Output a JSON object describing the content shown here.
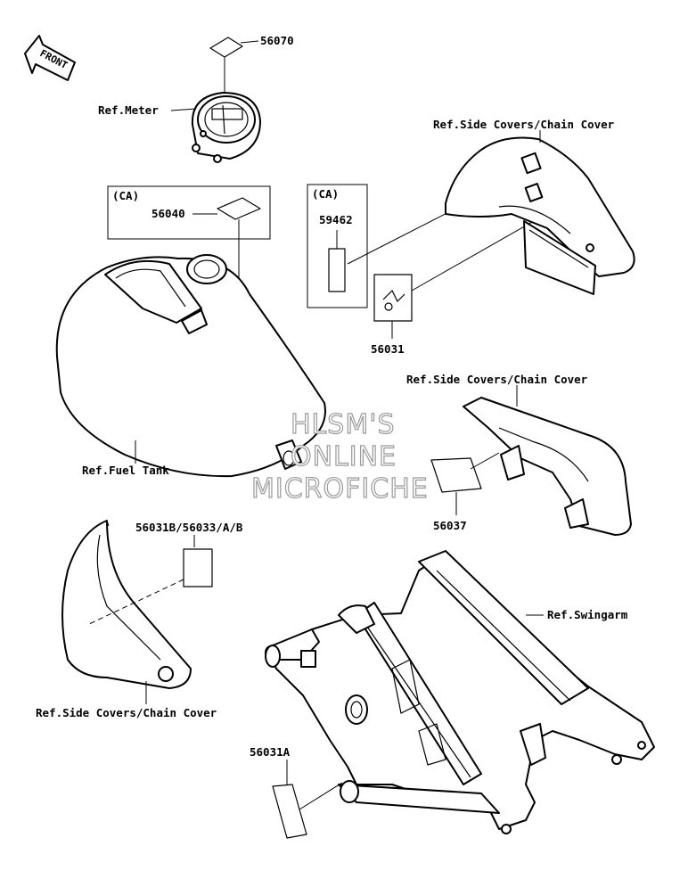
{
  "front_arrow": {
    "label": "FRONT"
  },
  "callouts": {
    "p56070": "56070",
    "ref_meter": "Ref.Meter",
    "ref_side_covers_1": "Ref.Side Covers/Chain Cover",
    "ca_1": "(CA)",
    "p56040": "56040",
    "ca_2": "(CA)",
    "p59462": "59462",
    "p56031": "56031",
    "ref_side_covers_2": "Ref.Side Covers/Chain Cover",
    "ref_fuel_tank": "Ref.Fuel Tank",
    "p56037": "56037",
    "p56031b": "56031B/56033/A/B",
    "ref_swingarm": "Ref.Swingarm",
    "ref_side_covers_3": "Ref.Side Covers/Chain Cover",
    "p56031a": "56031A"
  },
  "watermark": {
    "line1": "HLSM'S",
    "line2": "ONLINE",
    "line3": "MICROFICHE"
  }
}
